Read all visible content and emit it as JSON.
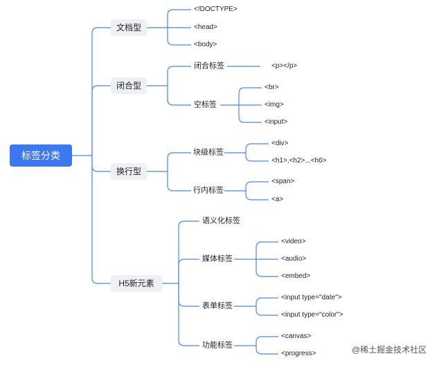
{
  "root": {
    "label": "标签分类"
  },
  "categories": [
    {
      "label": "文档型",
      "items": [
        "<!DOCTYPE>",
        "<head>",
        "<body>"
      ]
    },
    {
      "label": "闭合型",
      "groups": [
        {
          "label": "闭合标签",
          "items": [
            "<p></p>"
          ]
        },
        {
          "label": "空标签",
          "items": [
            "<br>",
            "<img>",
            "<input>"
          ]
        }
      ]
    },
    {
      "label": "换行型",
      "groups": [
        {
          "label": "块级标签",
          "items": [
            "<div>",
            "<h1>,<h2>...<h6>"
          ]
        },
        {
          "label": "行内标签",
          "items": [
            "<span>",
            "<a>"
          ]
        }
      ]
    },
    {
      "label": "H5新元素",
      "groups": [
        {
          "label": "语义化标签",
          "items": []
        },
        {
          "label": "媒体标签",
          "items": [
            "<video>",
            "<audio>",
            "<embed>"
          ]
        },
        {
          "label": "表单标签",
          "items": [
            "<input type=\"date\">",
            "<input type=\"color\">"
          ]
        },
        {
          "label": "功能标签",
          "items": [
            "<canvas>",
            "<progress>"
          ]
        }
      ]
    }
  ],
  "watermark": "@稀土掘金技术社区",
  "colors": {
    "line": "#4a86e8",
    "root_bg": "#3c78f0",
    "category_bg": "#eef0f3"
  }
}
